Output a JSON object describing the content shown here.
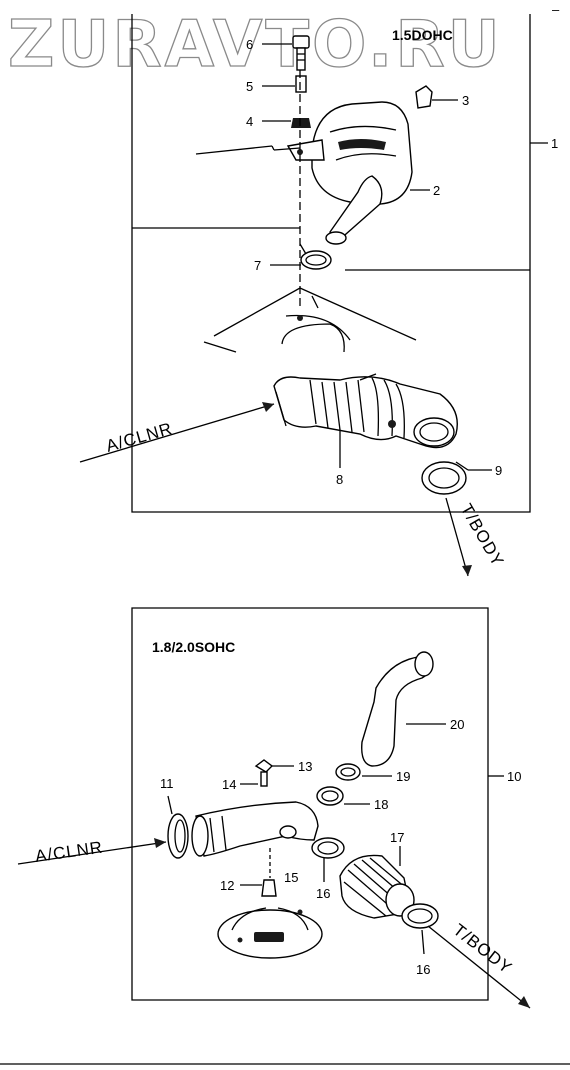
{
  "watermark": "ZURAVTO.RU",
  "corner_mark": "–",
  "upper": {
    "title": "1.5DOHC",
    "group_number": "1",
    "callouts": [
      "6",
      "5",
      "4",
      "3",
      "2",
      "7",
      "8",
      "9"
    ],
    "arrow_air_cleaner": "A/CLNR",
    "arrow_throttle_body": "T/BODY"
  },
  "lower": {
    "title": "1.8/2.0SOHC",
    "group_number": "10",
    "callouts": [
      "20",
      "13",
      "14",
      "19",
      "11",
      "18",
      "17",
      "12",
      "15",
      "16",
      "16"
    ],
    "arrow_air_cleaner": "A/CLNR",
    "arrow_throttle_body": "T/BODY"
  }
}
